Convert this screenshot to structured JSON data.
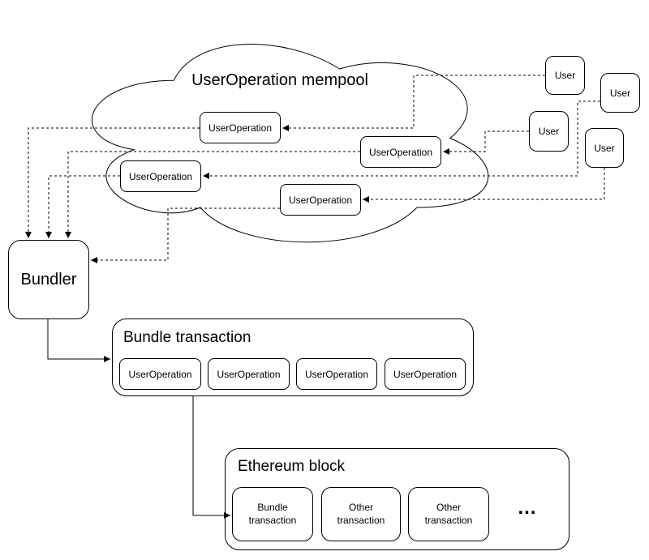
{
  "diagram": {
    "mempool": {
      "title": "UserOperation mempool",
      "operations": [
        "UserOperation",
        "UserOperation",
        "UserOperation",
        "UserOperation"
      ]
    },
    "users": [
      {
        "label": "User"
      },
      {
        "label": "User"
      },
      {
        "label": "User"
      },
      {
        "label": "User"
      }
    ],
    "bundler": {
      "label": "Bundler"
    },
    "bundle_transaction": {
      "title": "Bundle transaction",
      "operations": [
        "UserOperation",
        "UserOperation",
        "UserOperation",
        "UserOperation"
      ]
    },
    "ethereum_block": {
      "title": "Ethereum block",
      "transactions": [
        "Bundle transaction",
        "Other transaction",
        "Other transaction"
      ],
      "ellipsis": "..."
    },
    "colors": {
      "stroke": "#000000",
      "background": "#ffffff"
    }
  }
}
